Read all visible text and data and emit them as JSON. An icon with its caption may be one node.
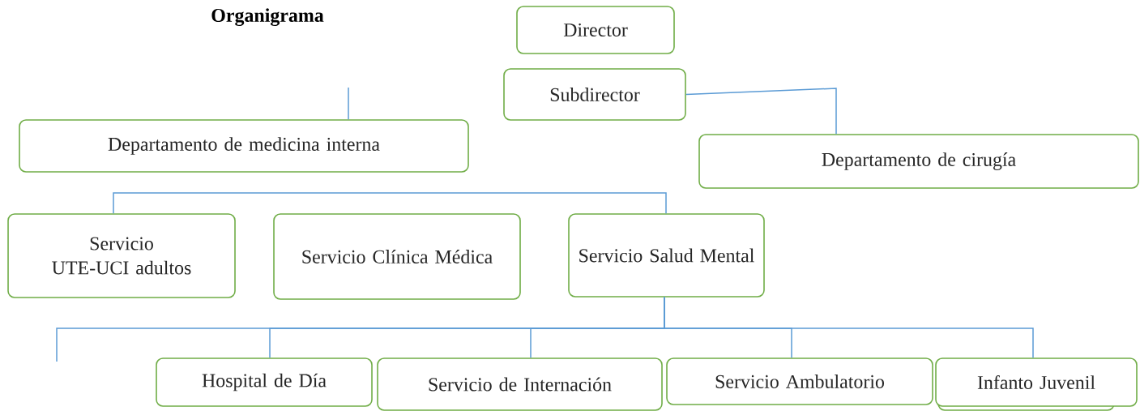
{
  "diagram": {
    "title": "Organigrama",
    "nodes": [
      {
        "text": [
          "Director"
        ]
      },
      {
        "text": [
          "Subdirector"
        ]
      },
      {
        "text": [
          "Departamento de medicina interna"
        ]
      },
      {
        "text": [
          "Departamento de cirugía"
        ]
      },
      {
        "text": [
          "Servicio UTE-UCI adultos"
        ]
      },
      {
        "text": [
          "Servicio Clínica Médica"
        ]
      },
      {
        "text": [
          "Servicio Salud Mental"
        ]
      },
      {
        "text": [
          "Hospital de Día"
        ]
      },
      {
        "text": [
          "Servicio de Internación"
        ]
      },
      {
        "text": [
          "Servicio Ambulatorio"
        ]
      },
      {
        "text": [
          "Infanto Juvenil"
        ]
      }
    ],
    "edges": [
      {
        "from": 1,
        "to": 3,
        "arrow": "none"
      },
      {
        "from": null,
        "to": 2,
        "arrow": "none"
      },
      {
        "from": 4,
        "to": 6,
        "arrow": "none"
      },
      {
        "from": 6,
        "to": 7,
        "arrow": "none"
      },
      {
        "from": 6,
        "to": 8,
        "arrow": "none"
      },
      {
        "from": 6,
        "to": 9,
        "arrow": "none"
      },
      {
        "from": 6,
        "to": 10,
        "arrow": "none"
      },
      {
        "from": 6,
        "to": null,
        "arrow": "none"
      }
    ]
  }
}
